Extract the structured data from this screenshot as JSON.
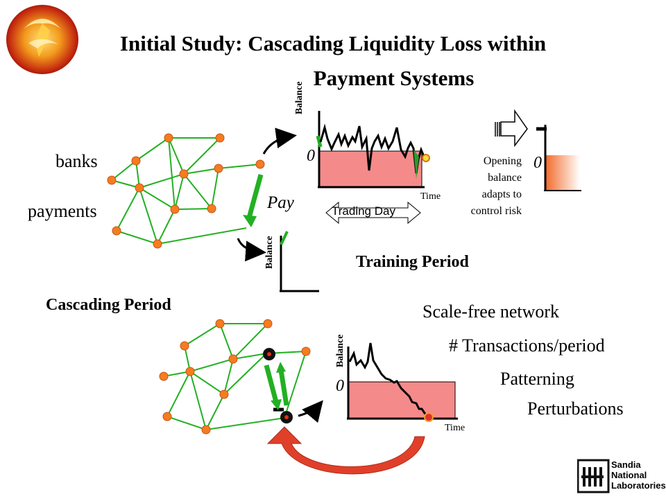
{
  "title": {
    "line1": "Initial Study: Cascading Liquidity Loss within",
    "line2": "Payment Systems"
  },
  "network_labels": {
    "banks": "banks",
    "payments": "payments"
  },
  "pay_label": "Pay",
  "top_chart": {
    "ylabel": "Balance",
    "xlabel": "Time",
    "zero": "0",
    "span_label": "Trading Day"
  },
  "lower_chart": {
    "ylabel": "Balance"
  },
  "training_label": "Training Period",
  "opening_note": [
    "Opening",
    "balance",
    "adapts to",
    "control risk"
  ],
  "opening_zero": "0",
  "cascading_label": "Cascading Period",
  "cascade_chart": {
    "ylabel": "Balance",
    "xlabel": "Time",
    "zero": "0"
  },
  "features": [
    "Scale-free network",
    "# Transactions/period",
    "Patterning",
    "Perturbations"
  ],
  "logo": {
    "line1": "Sandia",
    "line2": "National",
    "line3": "Laboratories"
  },
  "colors": {
    "node": "#f57c1f",
    "edge": "#22b022",
    "arrow_green": "#22b022",
    "balance_fill": "#f58a8a",
    "big_arrow": "#e0402a"
  }
}
